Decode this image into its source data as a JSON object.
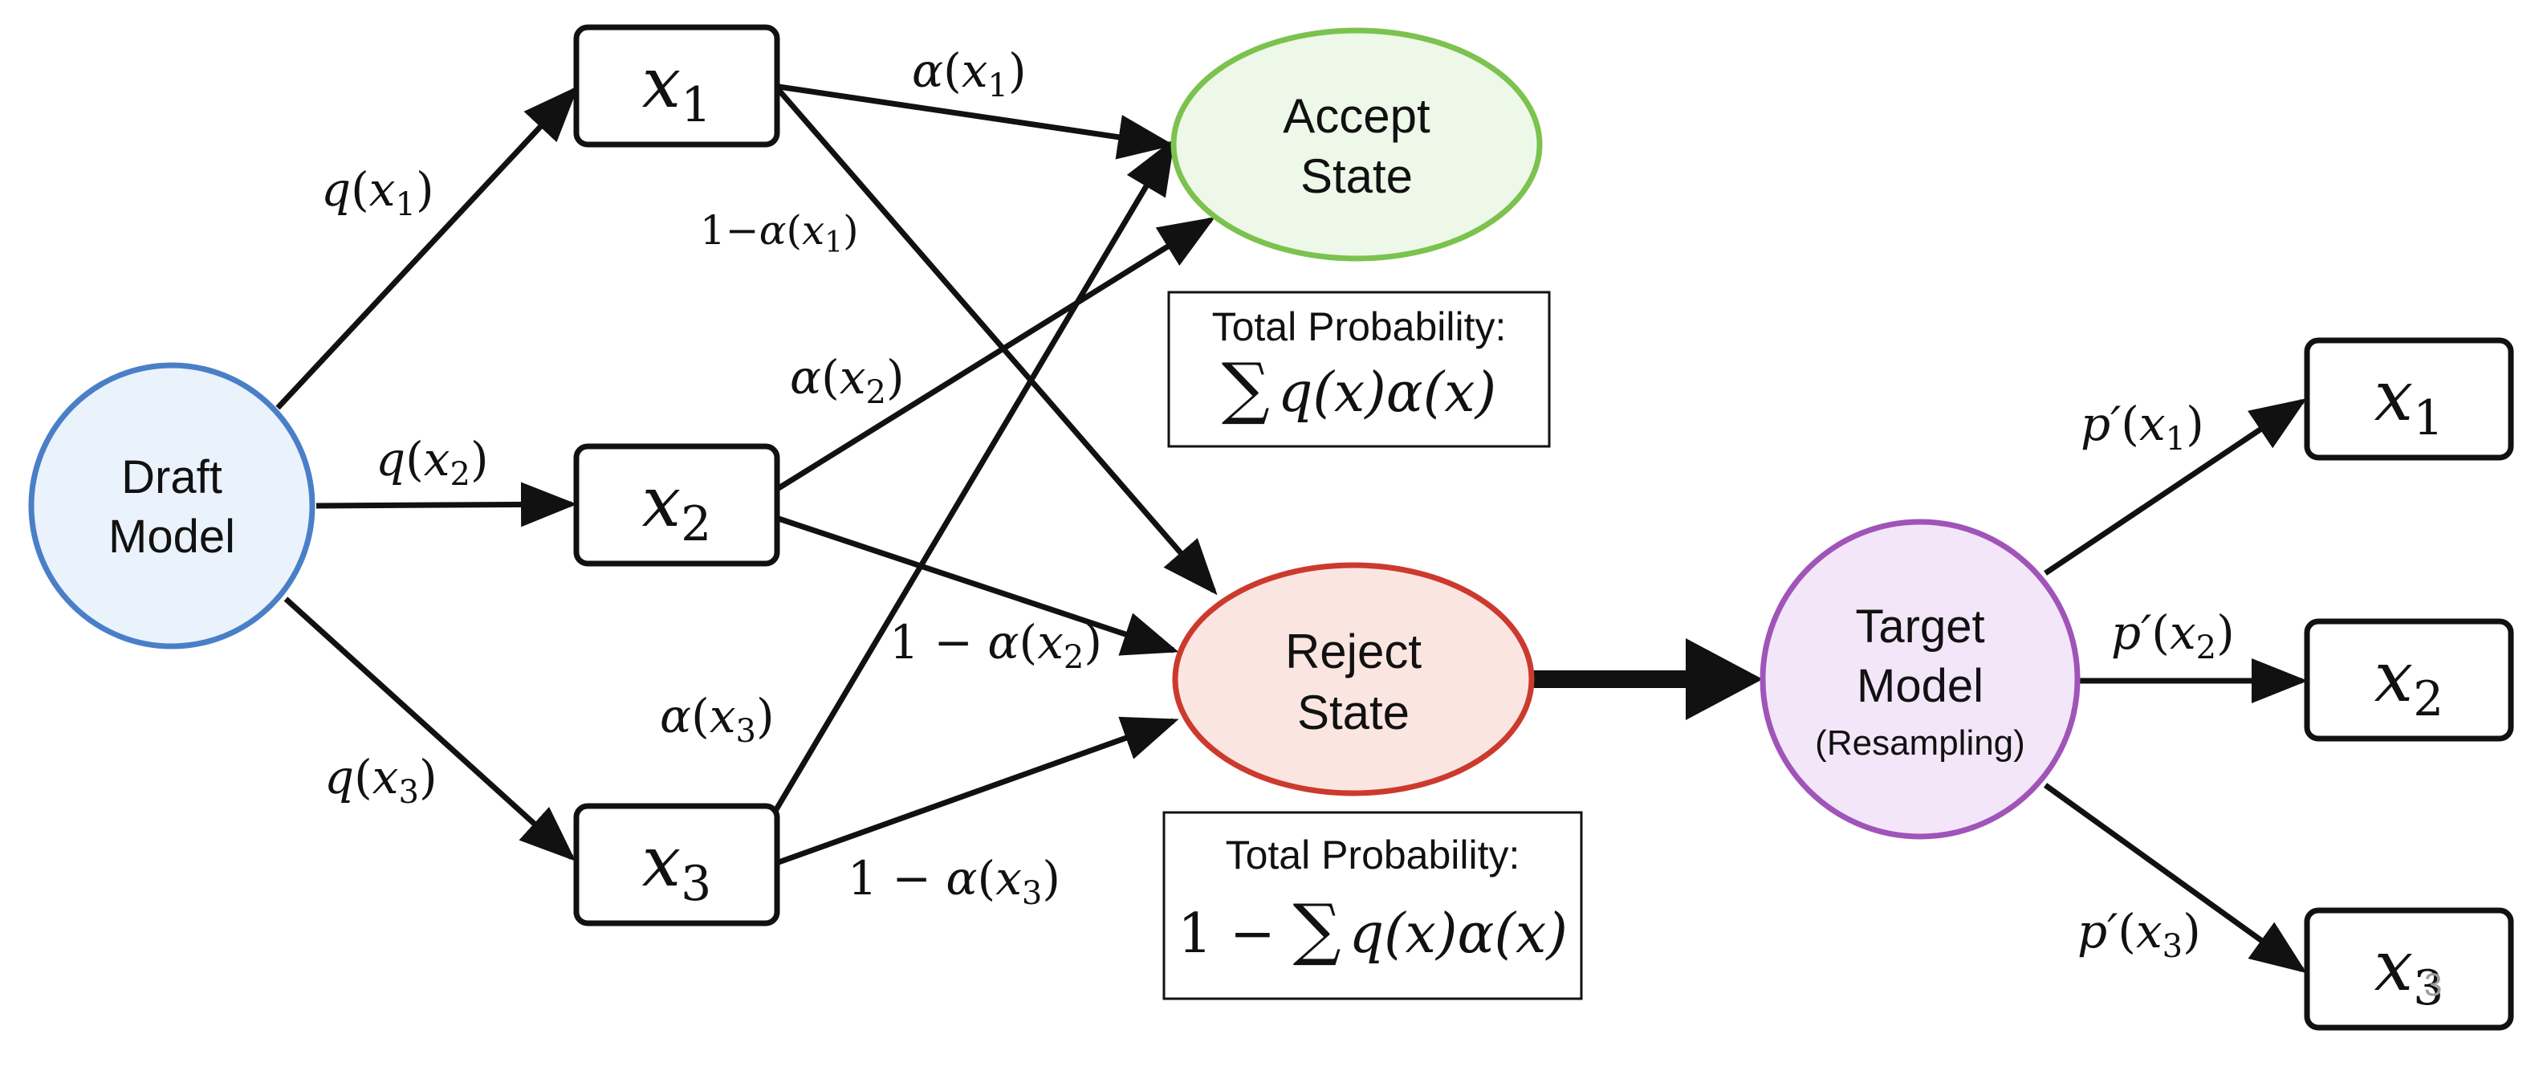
{
  "nodes": {
    "draft": {
      "line1": "Draft",
      "line2": "Model"
    },
    "x1": {
      "base": "x",
      "sub": "1"
    },
    "x2": {
      "base": "x",
      "sub": "2"
    },
    "x3": {
      "base": "x",
      "sub": "3"
    },
    "accept": {
      "line1": "Accept",
      "line2": "State"
    },
    "reject": {
      "line1": "Reject",
      "line2": "State"
    },
    "target": {
      "line1": "Target",
      "line2": "Model",
      "line3": "(Resampling)"
    },
    "out_x1": {
      "base": "x",
      "sub": "1"
    },
    "out_x2": {
      "base": "x",
      "sub": "2"
    },
    "out_x3": {
      "base": "x",
      "sub": "3"
    }
  },
  "edge_labels": {
    "q1": {
      "fn": "q",
      "var": "x",
      "sub": "1"
    },
    "q2": {
      "fn": "q",
      "var": "x",
      "sub": "2"
    },
    "q3": {
      "fn": "q",
      "var": "x",
      "sub": "3"
    },
    "a1": {
      "fn": "α",
      "var": "x",
      "sub": "1"
    },
    "a2": {
      "fn": "α",
      "var": "x",
      "sub": "2"
    },
    "a3": {
      "fn": "α",
      "var": "x",
      "sub": "3"
    },
    "r1": {
      "prefix": "1−",
      "fn": "α",
      "var": "x",
      "sub": "1"
    },
    "r2": {
      "prefix": "1 − ",
      "fn": "α",
      "var": "x",
      "sub": "2"
    },
    "r3": {
      "prefix": "1 − ",
      "fn": "α",
      "var": "x",
      "sub": "3"
    },
    "p1": {
      "fn": "p′",
      "var": "x",
      "sub": "1"
    },
    "p2": {
      "fn": "p′",
      "var": "x",
      "sub": "2"
    },
    "p3": {
      "fn": "p′",
      "var": "x",
      "sub": "3"
    }
  },
  "boxes": {
    "accept_total": {
      "title": "Total Probability:",
      "formula_prefix": "",
      "sum": "∑",
      "formula": "q(x)α(x)"
    },
    "reject_total": {
      "title": "Total Probability:",
      "formula_prefix": "1 − ",
      "sum": "∑",
      "formula": "q(x)α(x)"
    }
  },
  "colors": {
    "draft_stroke": "#4a7fc8",
    "draft_fill": "#eaf2fb",
    "accept_stroke": "#7cc24e",
    "accept_fill": "#eef8e8",
    "reject_stroke": "#cc3a2e",
    "reject_fill": "#fbe5e1",
    "target_stroke": "#a054b8",
    "target_fill": "#f3e6f8"
  },
  "watermark": "3"
}
